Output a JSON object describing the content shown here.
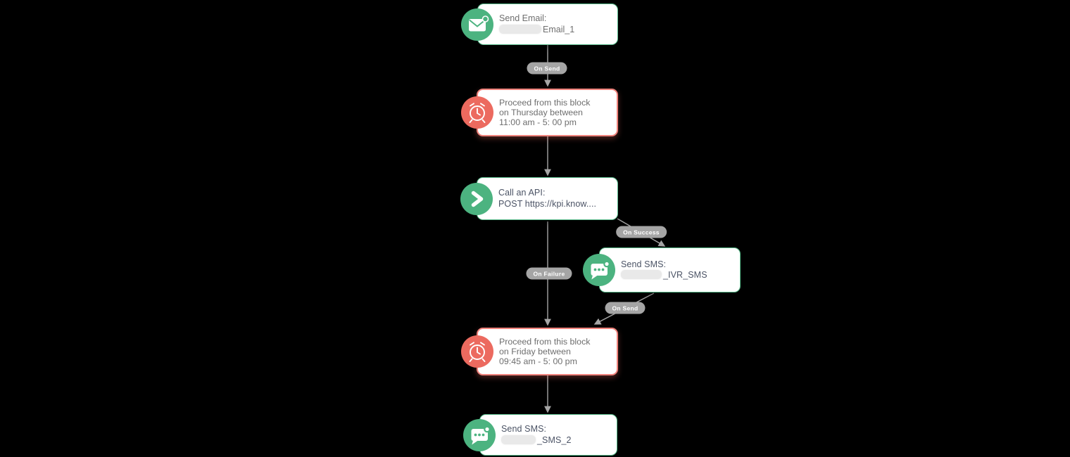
{
  "canvas": {
    "background": "#000000",
    "colors": {
      "node_green": "#4cb380",
      "node_green_border": "#58bb8b",
      "node_red": "#ec6a5f",
      "node_red_border": "#f0837c",
      "edge_line": "#a6a6a6",
      "edge_label_bg": "#a5a5a5",
      "text_gray": "#6e6e6e",
      "text_dark": "#4b5365",
      "redaction_bg": "#e9e9e9"
    },
    "nodes": [
      {
        "id": "send-email-1",
        "type": "email",
        "icon": "email-icon",
        "title": "Send Email:",
        "value": "Email_1",
        "redacted_prefix": true
      },
      {
        "id": "wait-thursday",
        "type": "time-window",
        "icon": "alarm-clock-icon",
        "lines": [
          "Proceed from this block",
          "on Thursday between",
          "11:00 am - 5: 00 pm"
        ]
      },
      {
        "id": "call-api-1",
        "type": "api",
        "icon": "chevron-right-icon",
        "title": "Call an API:",
        "value": "POST https://kpi.know...."
      },
      {
        "id": "send-sms-ivr",
        "type": "sms",
        "icon": "sms-bubble-icon",
        "title": "Send SMS:",
        "value": "_IVR_SMS",
        "redacted_prefix": true
      },
      {
        "id": "wait-friday",
        "type": "time-window",
        "icon": "alarm-clock-icon",
        "lines": [
          "Proceed from this block",
          "on Friday between",
          "09:45 am - 5: 00 pm"
        ]
      },
      {
        "id": "send-sms-2",
        "type": "sms",
        "icon": "sms-bubble-icon",
        "title": "Send SMS:",
        "value": "_SMS_2",
        "redacted_prefix": true
      }
    ],
    "edges": [
      {
        "from": "send-email-1",
        "to": "wait-thursday",
        "label": "On Send"
      },
      {
        "from": "wait-thursday",
        "to": "call-api-1",
        "label": ""
      },
      {
        "from": "call-api-1",
        "to": "send-sms-ivr",
        "label": "On Success"
      },
      {
        "from": "call-api-1",
        "to": "wait-friday",
        "label": "On Failure"
      },
      {
        "from": "send-sms-ivr",
        "to": "wait-friday",
        "label": "On Send"
      },
      {
        "from": "wait-friday",
        "to": "send-sms-2",
        "label": ""
      }
    ]
  }
}
